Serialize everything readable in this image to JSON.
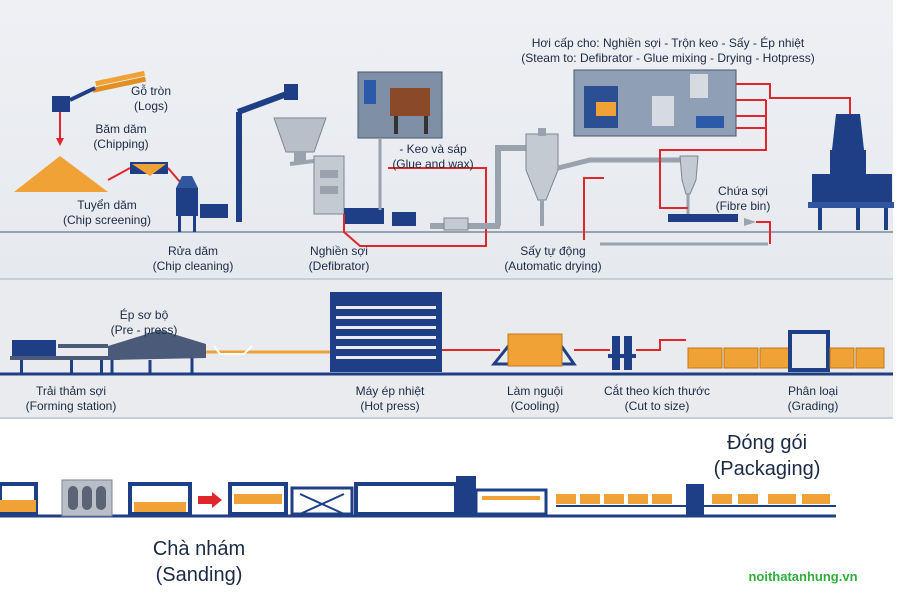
{
  "steam_note": {
    "vi": "Hơi cấp cho: Nghiền sợi - Trộn keo - Sấy - Ép nhiệt",
    "en": "(Steam to: Defibrator - Glue mixing - Drying - Hotpress)"
  },
  "row1": {
    "logs": {
      "vi": "Gỗ tròn",
      "en": "(Logs)"
    },
    "chipping": {
      "vi": "Băm dăm",
      "en": "(Chipping)"
    },
    "screening": {
      "vi": "Tuyển dăm",
      "en": "(Chip screening)"
    },
    "cleaning": {
      "vi": "Rửa dăm",
      "en": "(Chip cleaning)"
    },
    "defibrator": {
      "vi": "Nghiền sợi",
      "en": "(Defibrator)"
    },
    "glue": {
      "vi": "- Keo và sáp",
      "en": "(Glue and wax)"
    },
    "drying": {
      "vi": "Sấy tự động",
      "en": "(Automatic drying)"
    },
    "fibre_bin": {
      "vi": "Chứa sợi",
      "en": "(Fibre bin)"
    }
  },
  "row2": {
    "prepress": {
      "vi": "Ép sơ bộ",
      "en": "(Pre - press)"
    },
    "forming": {
      "vi": "Trải thảm sợi",
      "en": "(Forming station)"
    },
    "hotpress": {
      "vi": "Máy ép nhiệt",
      "en": "(Hot press)"
    },
    "cooling": {
      "vi": "Làm nguội",
      "en": "(Cooling)"
    },
    "cut": {
      "vi": "Cắt theo kích thước",
      "en": "(Cut to size)"
    },
    "grading": {
      "vi": "Phân loại",
      "en": "(Grading)"
    }
  },
  "row3": {
    "packaging": {
      "vi": "Đóng gói",
      "en": "(Packaging)"
    },
    "sanding": {
      "vi": "Chà nhám",
      "en": "(Sanding)"
    }
  },
  "watermark": "noithatanhung.vn",
  "colors": {
    "machine": "#1e3f86",
    "flow": "#e1262b",
    "wood": "#f0a236",
    "steel": "#9aa2ad"
  }
}
